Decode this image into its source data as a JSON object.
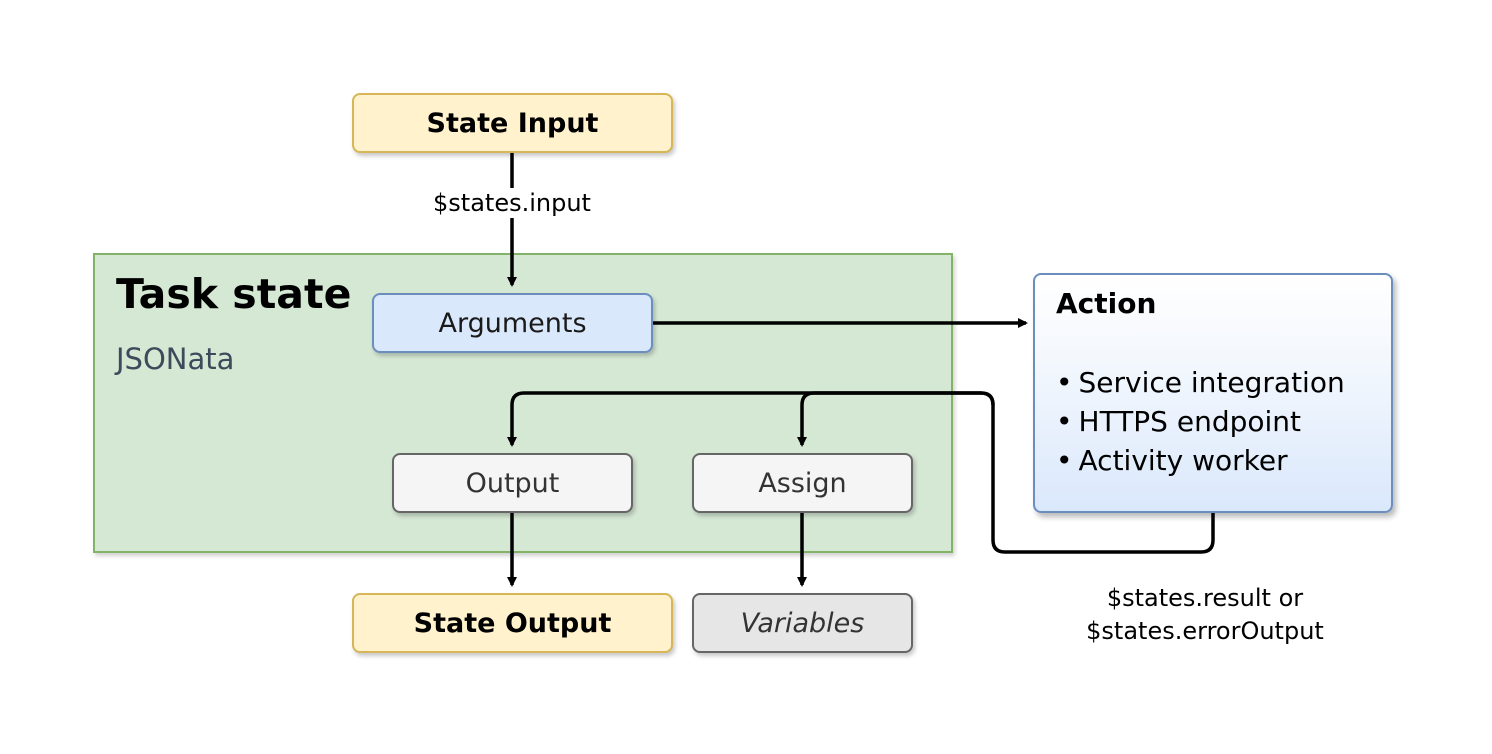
{
  "nodes": {
    "state_input": "State Input",
    "task_state_title": "Task state",
    "task_state_subtitle": "JSONata",
    "arguments": "Arguments",
    "output": "Output",
    "assign": "Assign",
    "state_output": "State Output",
    "variables": "Variables"
  },
  "action": {
    "title": "Action",
    "items": [
      "Service integration",
      "HTTPS endpoint",
      "Activity worker"
    ]
  },
  "edges": {
    "input_label": "$states.input",
    "result_label_line1": "$states.result or",
    "result_label_line2": "$states.errorOutput"
  }
}
